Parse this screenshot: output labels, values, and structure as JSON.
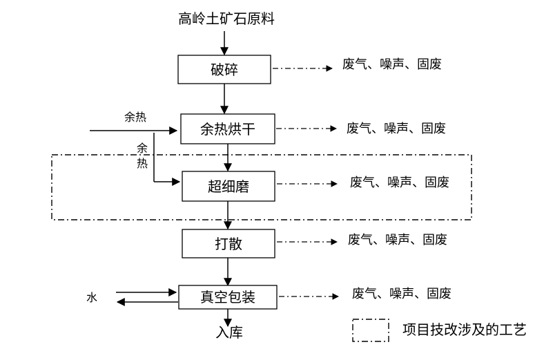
{
  "raw_material": "高岭土矿石原料",
  "steps": {
    "crush": "破碎",
    "dry": "余热烘干",
    "grind": "超细磨",
    "scatter": "打散",
    "pack": "真空包装"
  },
  "emission": "废气、噪声、固废",
  "waste_heat": "余热",
  "waste_heat_v1": "余",
  "waste_heat_v2": "热",
  "water": "水",
  "storage": "入库",
  "legend": "项目技改涉及的工艺"
}
